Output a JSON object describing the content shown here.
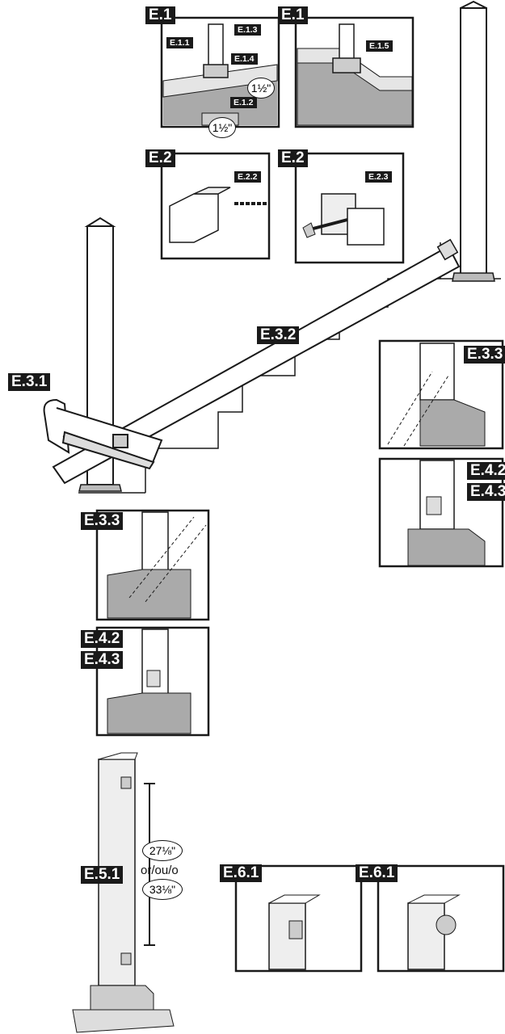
{
  "labels": {
    "e1_a": "E.1",
    "e1_b": "E.1",
    "e1_1": "E.1.1",
    "e1_2": "E.1.2",
    "e1_3": "E.1.3",
    "e1_4": "E.1.4",
    "e1_5": "E.1.5",
    "e2_a": "E.2",
    "e2_b": "E.2",
    "e2_2": "E.2.2",
    "e2_3": "E.2.3",
    "e3_1": "E.3.1",
    "e3_2": "E.3.2",
    "e3_3_a": "E.3.3",
    "e3_3_b": "E.3.3",
    "e4_2_a": "E.4.2",
    "e4_3_a": "E.4.3",
    "e4_2_b": "E.4.2",
    "e4_3_b": "E.4.3",
    "e5_1": "E.5.1",
    "e6_1_a": "E.6.1",
    "e6_1_b": "E.6.1"
  },
  "measurements": {
    "gap_top": "1½\"",
    "gap_bottom": "1½\"",
    "spacing_1": "27⅛\"",
    "spacing_or": "or/ou/o",
    "spacing_2": "33⅛\""
  }
}
